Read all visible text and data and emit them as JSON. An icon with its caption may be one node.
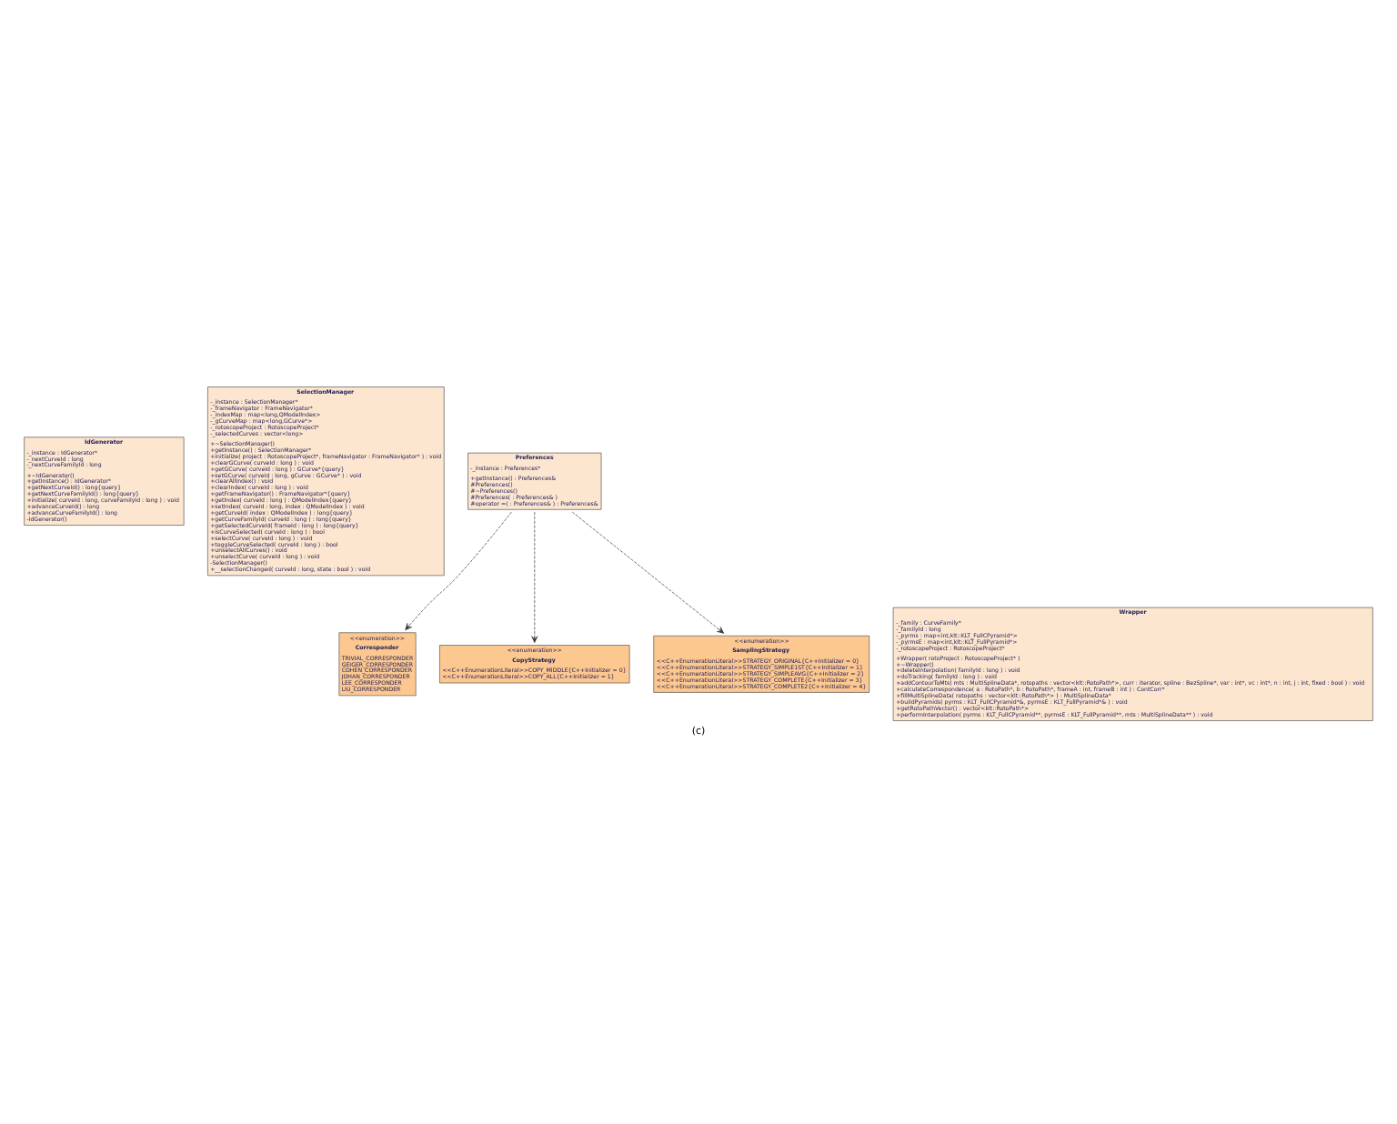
{
  "diagram": {
    "caption": "(c)",
    "nodes": [
      {
        "text": [
          "IdGenerator",
          "-_instance : IdGenerator*",
          "-_nextCurveId : long",
          "-_nextCurveFamilyId : long",
          "+~IdGenerator()",
          "+getInstance() : IdGenerator*",
          "+getNextCurveId() : long{query}",
          "+getNextCurveFamilyId() : long{query}",
          "+initialize( curveId : long, curveFamilyId : long ) : void",
          "+advanceCurveId() : long",
          "+advanceCurveFamilyId() : long",
          "-IdGenerator()"
        ]
      },
      {
        "text": [
          "SelectionManager",
          "-_instance : SelectionManager*",
          "-_frameNavigator : FrameNavigator*",
          "-_indexMap : map<long,QModelIndex>",
          "-_gCurveMap : map<long,GCurve*>",
          "-_rotoscopeProject : RotoscopeProject*",
          "-_selectedCurves : vector<long>",
          "+~SelectionManager()",
          "+getInstance() : SelectionManager*",
          "+initialize( project : RotoscopeProject*, frameNavigator : FrameNavigator* ) : void",
          "+clearGCurve( curveId : long ) : void",
          "+getGCurve( curveId : long ) : GCurve*{query}",
          "+setGCurve( curveId : long, gCurve : GCurve* ) : void",
          "+clearAllIndex() : void",
          "+clearIndex( curveId : long ) : void",
          "+getFrameNavigator() : FrameNavigator*{query}",
          "+getIndex( curveId : long ) : QModelIndex{query}",
          "+setIndex( curveId : long, index : QModelIndex ) : void",
          "+getCurveId( index : QModelIndex ) : long{query}",
          "+getCurveFamilyId( curveId : long ) : long{query}",
          "+getSelectedCurveId( frameId : long ) : long{query}",
          "+isCurveSelected( curveId : long ) : bool",
          "+selectCurve( curveId : long ) : void",
          "+toggleCurveSelected( curveId : long ) : bool",
          "+unselectAllCurves() : void",
          "+unselectCurve( curveId : long ) : void",
          "-SelectionManager()",
          "+__selectionChanged( curveId : long, state : bool ) : void"
        ]
      },
      {
        "text": [
          "Preferences",
          "-_instance : Preferences*",
          "+getInstance() : Preferences&",
          "#Preferences()",
          "#~Preferences()",
          "#Preferences( : Preferences& )",
          "#operator =( : Preferences& ) : Preferences&"
        ]
      },
      {
        "text": [
          "<<enumeration>>",
          "Corresponder",
          "TRIVIAL_CORRESPONDER",
          "GEIGER_CORRESPONDER",
          "COHEN_CORRESPONDER",
          "JOHAN_CORRESPONDER",
          "LEE_CORRESPONDER",
          "LIU_CORRESPONDER"
        ]
      },
      {
        "text": [
          "<<enumeration>>",
          "CopyStrategy",
          "<<C++EnumerationLiteral>>COPY_MIDDLE{C++Initializer = 0}",
          "<<C++EnumerationLiteral>>COPY_ALL{C++Initializer = 1}"
        ]
      },
      {
        "text": [
          "<<enumeration>>",
          "SamplingStrategy",
          "<<C++EnumerationLiteral>>STRATEGY_ORIGINAL{C++Initializer = 0}",
          "<<C++EnumerationLiteral>>STRATEGY_SIMPLE1ST{C++Initializer = 1}",
          "<<C++EnumerationLiteral>>STRATEGY_SIMPLEAVG{C++Initializer = 2}",
          "<<C++EnumerationLiteral>>STRATEGY_COMPLETE{C++Initializer = 3}",
          "<<C++EnumerationLiteral>>STRATEGY_COMPLETE2{C++Initializer = 4}"
        ]
      },
      {
        "text": [
          "Wrapper",
          "-_family : CurveFamily*",
          "-_familyId : long",
          "-_pyrms : map<int,klt::KLT_FullCPyramid*>",
          "-_pyrmsE : map<int,klt::KLT_FullPyramid*>",
          "-_rotoscopeProject : RotoscopeProject*",
          "+Wrapper( rotoProject : RotoscopeProject* )",
          "+~Wrapper()",
          "+deleteInterpolation( familyId : long ) : void",
          "+doTracking( familyId : long ) : void",
          "+addContourToMts( mts : MultiSplineData*, rotopaths : vector<klt::RotoPath*>, curr : iterator, spline : BezSpline*, var : int*, vc : int*, n : int, j : int, fixed : bool ) : void",
          "+calculateCorrespondence( a : RotoPath*, b : RotoPath*, frameA : int, frameB : int ) : ContCorr*",
          "+fillMultiSplineData( rotopaths : vector<klt::RotoPath*> ) : MultiSplineData*",
          "+buildPyramids( pyrms : KLT_FullCPyramid*&, pyrmsE : KLT_FullPyramid*& ) : void",
          "+getRotoPathVector() : vector<klt::RotoPath*>",
          "+performInterpolation( pyrms : KLT_FullCPyramid**, pyrmsE : KLT_FullPyramid**, mts : MultiSplineData** ) : void"
        ]
      }
    ],
    "edges": [
      {
        "from": 2,
        "to": 3,
        "arrow": "to",
        "style": "dashed"
      },
      {
        "from": 2,
        "to": 4,
        "arrow": "to",
        "style": "dashed"
      },
      {
        "from": 2,
        "to": 5,
        "arrow": "to",
        "style": "dashed"
      }
    ]
  }
}
